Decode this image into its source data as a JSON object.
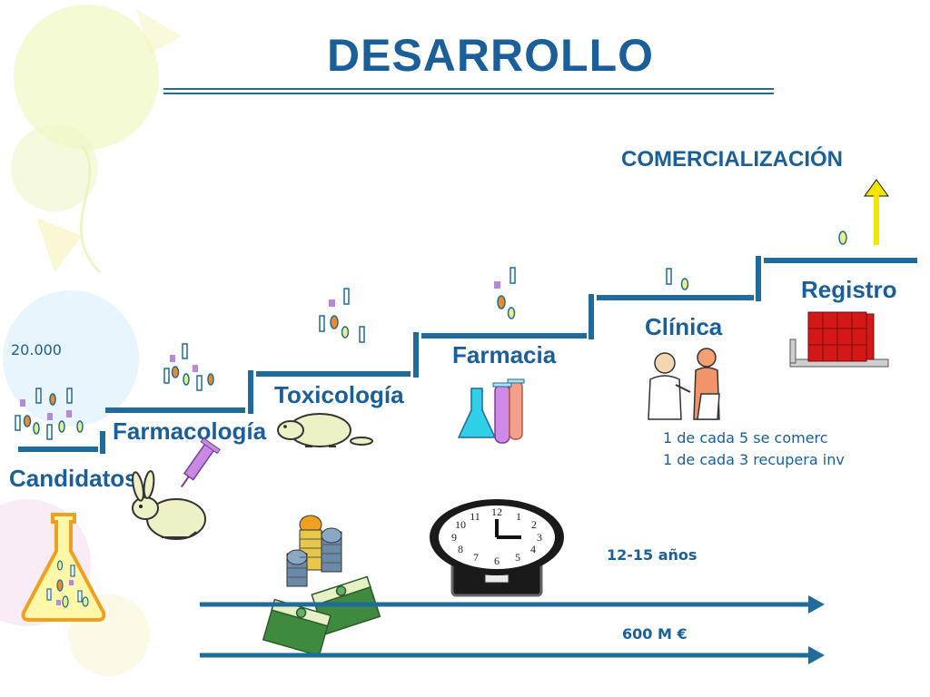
{
  "title": "DESARROLLO",
  "commercialization": "COMERCIALIZACIÓN",
  "candidates_count": "20.000",
  "stages": [
    {
      "label": "Candidatos"
    },
    {
      "label": "Farmacología"
    },
    {
      "label": "Toxicología"
    },
    {
      "label": "Farmacia"
    },
    {
      "label": "Clínica"
    },
    {
      "label": "Registro"
    }
  ],
  "notes": [
    "1 de cada 5 se comerc",
    "1 de cada 3 recupera inv"
  ],
  "timeline": {
    "duration": "12-15 años",
    "cost": "600 M €"
  },
  "colors": {
    "primary": "#1a5f9a",
    "line": "#1f6b9a",
    "accent_yellow": "#f2e600",
    "registry_red": "#d31818"
  },
  "icons": [
    "flask-icon",
    "rabbit-icon",
    "syringe-icon",
    "beaver-icon",
    "test-tubes-icon",
    "doctor-patient-icon",
    "binders-icon",
    "coins-icon",
    "banknotes-icon",
    "clock-icon",
    "up-arrow-icon"
  ]
}
